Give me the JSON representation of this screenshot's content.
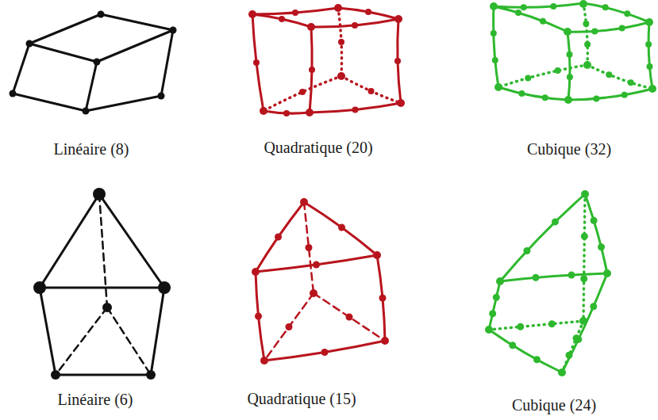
{
  "diagram": {
    "labels": [
      "Linéaire (8)",
      "Quadratique (20)",
      "Cubique (32)",
      "Linéaire (6)",
      "Quadratique (15)",
      "Cubique (24)"
    ]
  }
}
